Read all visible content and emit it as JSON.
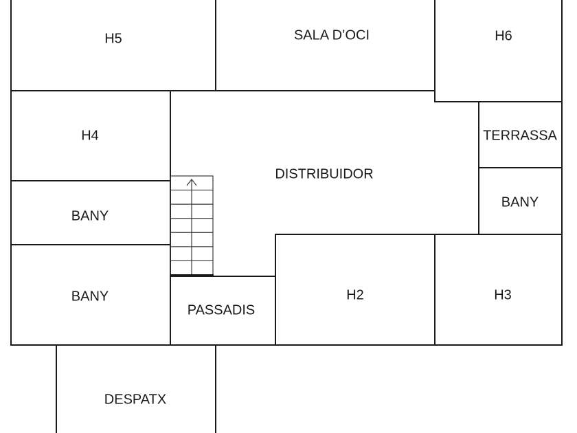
{
  "plan": {
    "rooms": {
      "h5": "H5",
      "sala_oci": "SALA D’OCI",
      "h6": "H6",
      "h4": "H4",
      "distribuidor": "DISTRIBUIDOR",
      "terrassa": "TERRASSA",
      "bany_right": "BANY",
      "bany_left_upper": "BANY",
      "bany_left_lower": "BANY",
      "passadis": "PASSADIS",
      "h2": "H2",
      "h3": "H3",
      "despatx": "DESPATX"
    },
    "stair": {
      "direction": "up",
      "steps": 7
    }
  }
}
